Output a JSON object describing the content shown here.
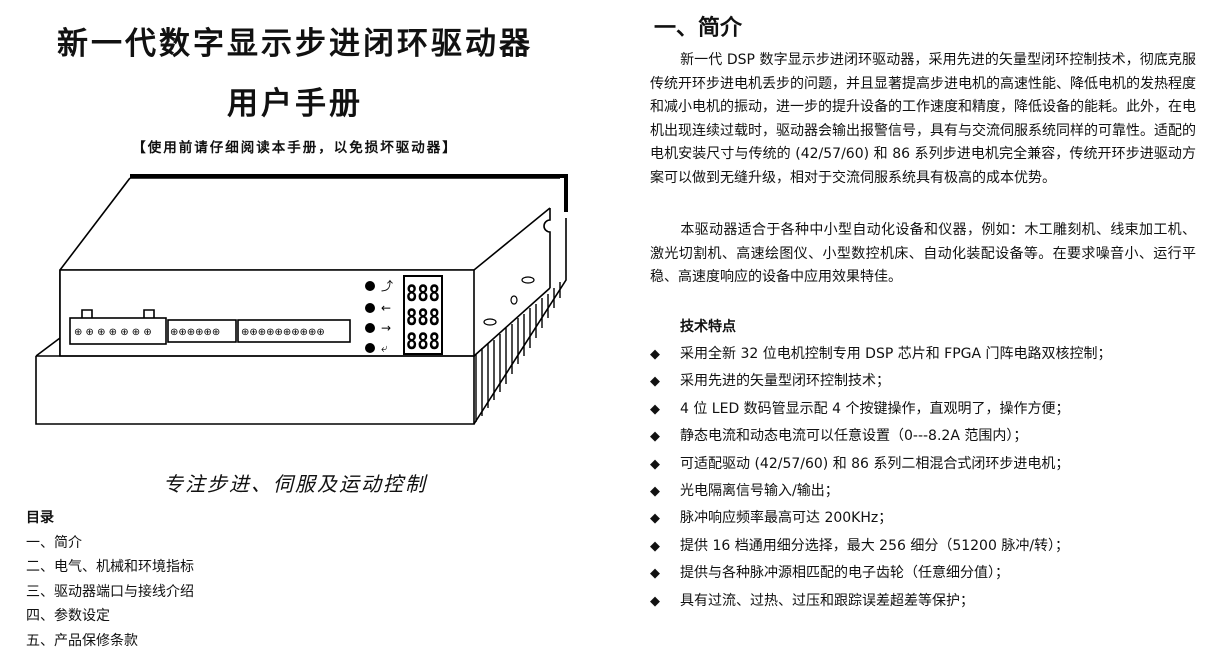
{
  "left": {
    "title_line1": "新一代数字显示步进闭环驱动器",
    "title_line2": "用户手册",
    "notice": "【使用前请仔细阅读本手册，以免损坏驱动器】",
    "device": {
      "led_digits": [
        "888",
        "888",
        "888"
      ],
      "button_icons": [
        "arrow-up-return-icon",
        "arrow-left-icon",
        "arrow-right-icon",
        "arrow-down-return-icon"
      ],
      "button_glyphs": [
        "⤴",
        "←",
        "→",
        "⤶"
      ]
    },
    "slogan": "专注步进、伺服及运动控制",
    "toc": {
      "title": "目录",
      "items": [
        "一、简介",
        "二、电气、机械和环境指标",
        "三、驱动器端口与接线介绍",
        "四、参数设定",
        "五、产品保修条款"
      ]
    }
  },
  "right": {
    "section_title": "一、简介",
    "paragraph1": "新一代 DSP 数字显示步进闭环驱动器，采用先进的矢量型闭环控制技术，彻底克服传统开环步进电机丢步的问题，并且显著提高步进电机的高速性能、降低电机的发热程度和减小电机的振动，进一步的提升设备的工作速度和精度，降低设备的能耗。此外，在电机出现连续过载时，驱动器会输出报警信号，具有与交流伺服系统同样的可靠性。适配的电机安装尺寸与传统的 (42/57/60) 和 86 系列步进电机完全兼容，传统开环步进驱动方案可以做到无缝升级，相对于交流伺服系统具有极高的成本优势。",
    "paragraph2": "本驱动器适合于各种中小型自动化设备和仪器，例如：木工雕刻机、线束加工机、激光切割机、高速绘图仪、小型数控机床、自动化装配设备等。在要求噪音小、运行平稳、高速度响应的设备中应用效果特佳。",
    "features_title": "技术特点",
    "bullet": "◆",
    "features": [
      "采用全新 32 位电机控制专用 DSP 芯片和 FPGA 门阵电路双核控制；",
      "采用先进的矢量型闭环控制技术；",
      "4 位 LED 数码管显示配 4 个按键操作，直观明了，操作方便；",
      "静态电流和动态电流可以任意设置（0---8.2A 范围内）；",
      "可适配驱动 (42/57/60) 和 86 系列二相混合式闭环步进电机；",
      "光电隔离信号输入/输出；",
      "脉冲响应频率最高可达 200KHz；",
      "提供 16 档通用细分选择，最大 256 细分（51200 脉冲/转）；",
      "提供与各种脉冲源相匹配的电子齿轮（任意细分值）；",
      "具有过流、过热、过压和跟踪误差超差等保护；"
    ]
  }
}
